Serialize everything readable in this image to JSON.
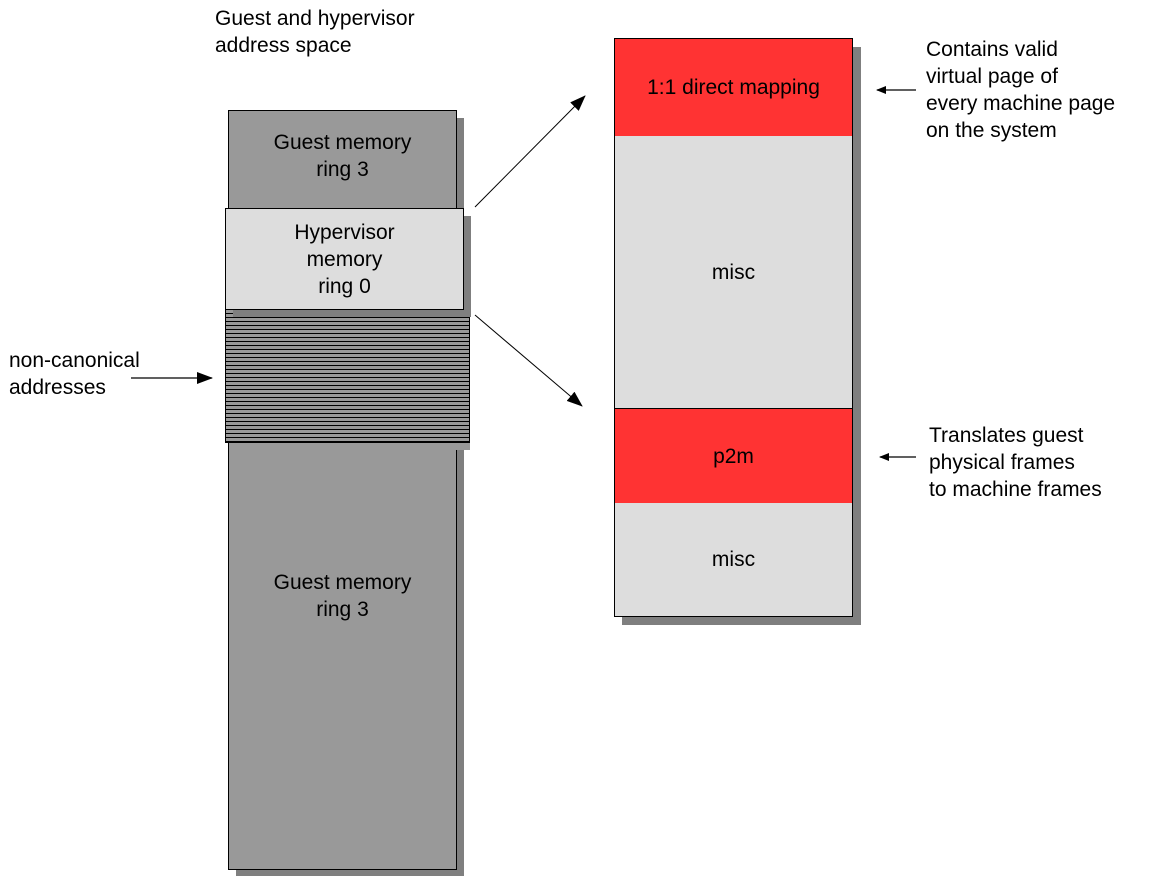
{
  "left_column": {
    "title": "Guest and hypervisor\naddress space",
    "guest_top": "Guest memory\nring 3",
    "hypervisor": "Hypervisor\nmemory\nring 0",
    "guest_bottom": "Guest memory\nring 3",
    "noncanonical_label": "non-canonical\naddresses"
  },
  "right_column": {
    "direct_mapping": "1:1 direct mapping",
    "misc_upper": "misc",
    "p2m": "p2m",
    "misc_lower": "misc"
  },
  "annotations": {
    "direct_mapping_note": "Contains valid\nvirtual page of\nevery machine page\non the system",
    "p2m_note": "Translates guest\nphysical frames\nto machine frames"
  },
  "colors": {
    "guest": "#999999",
    "hypervisor": "#dddddd",
    "highlight": "#ff3333",
    "shadow": "#7f7f7f"
  }
}
